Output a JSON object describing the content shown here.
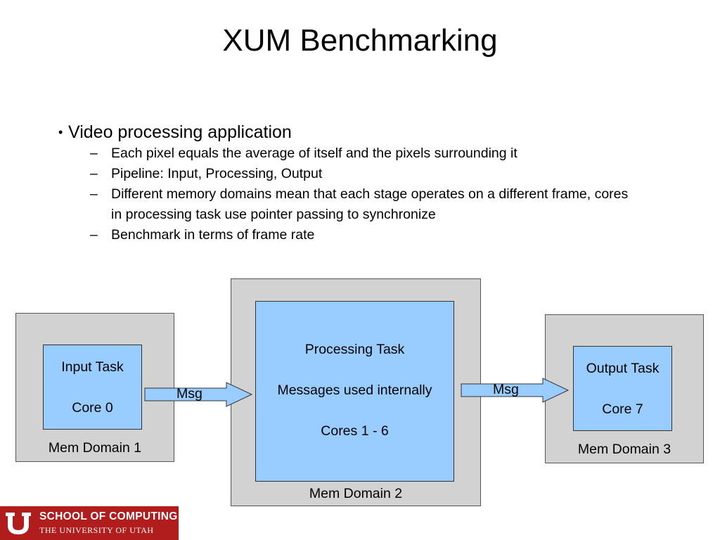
{
  "title": "XUM Benchmarking",
  "bullet": {
    "main": "Video processing application",
    "subs": [
      "Each pixel equals the average of itself and the pixels surrounding it",
      "Pipeline: Input, Processing, Output",
      "Different memory domains mean that each stage operates on a different frame, cores in processing task use pointer passing to synchronize",
      "Benchmark in terms of frame rate"
    ]
  },
  "diagram": {
    "domain1": {
      "label": "Mem Domain 1",
      "task": "Input Task",
      "core": "Core 0"
    },
    "domain2": {
      "label": "Mem Domain 2",
      "task": "Processing Task",
      "internal": "Messages used internally",
      "cores": "Cores 1 - 6"
    },
    "domain3": {
      "label": "Mem Domain 3",
      "task": "Output Task",
      "core": "Core 7"
    },
    "arrow1_label": "Msg",
    "arrow2_label": "Msg",
    "colors": {
      "task_fill": "#99ccff",
      "domain_fill": "#d2d2d2"
    }
  },
  "logo": {
    "line1": "SCHOOL OF COMPUTING",
    "line2": "THE UNIVERSITY OF UTAH",
    "color": "#b11c1c"
  }
}
